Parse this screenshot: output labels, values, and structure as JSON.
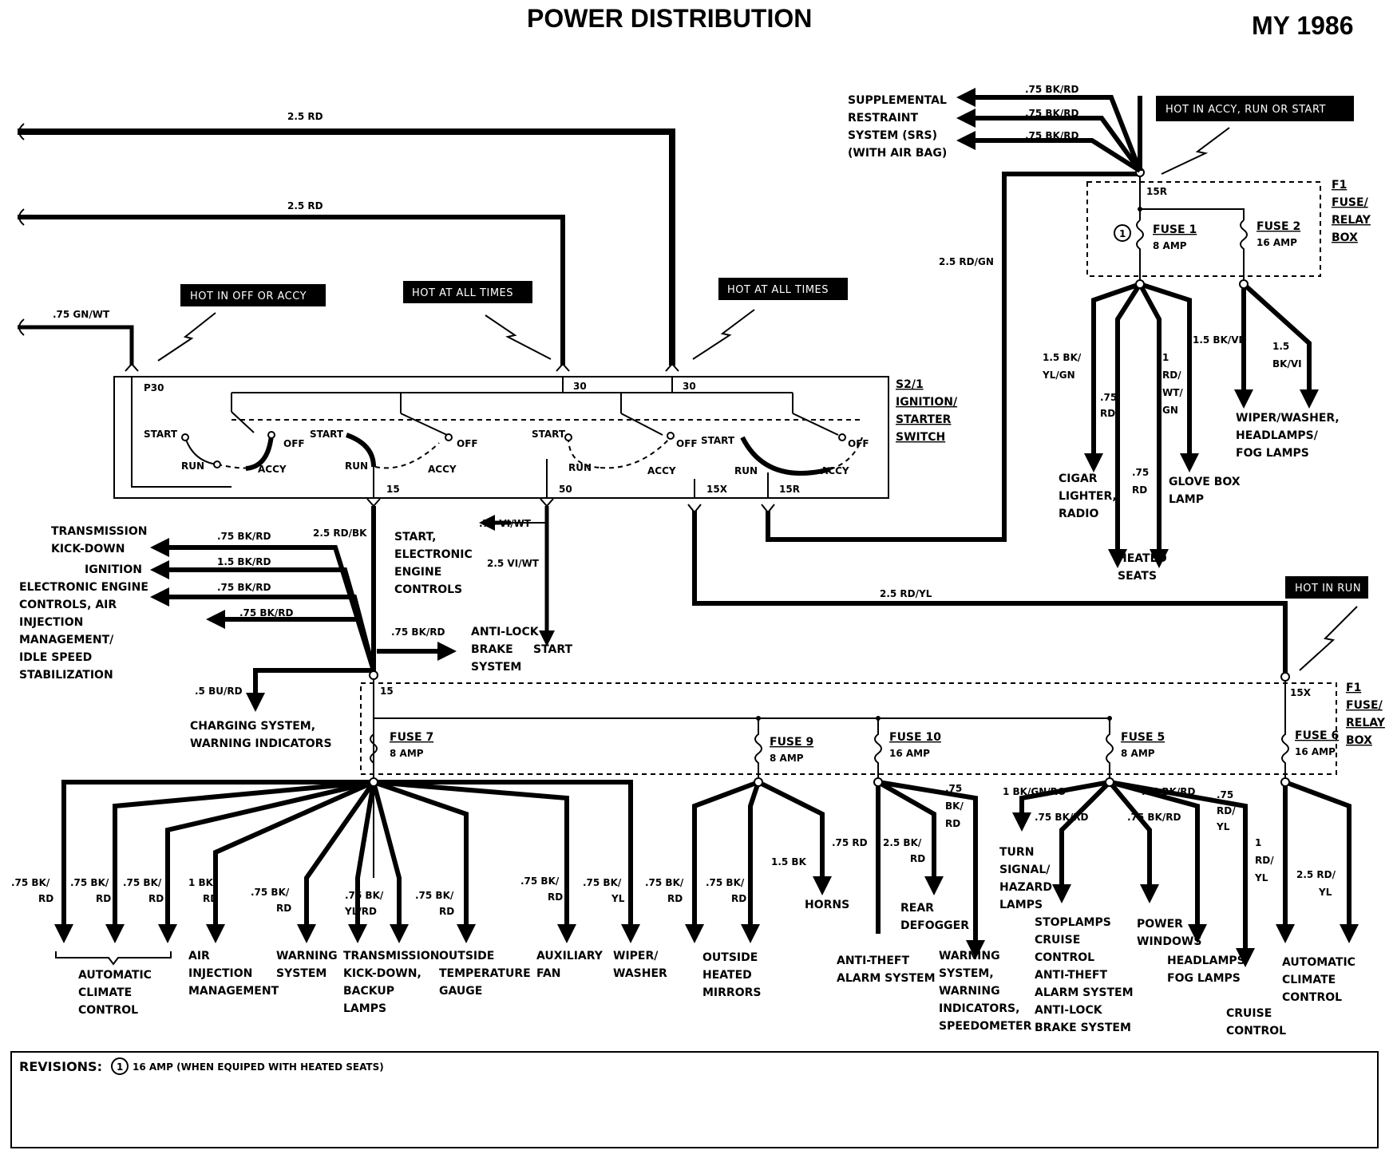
{
  "title": "POWER DISTRIBUTION",
  "model_year": "MY 1986",
  "hot_labels": {
    "off_accy": "HOT IN OFF OR ACCY",
    "all_times_1": "HOT AT ALL TIMES",
    "all_times_2": "HOT AT ALL TIMES",
    "accy_run_start": "HOT IN ACCY, RUN OR START",
    "in_run": "HOT IN RUN"
  },
  "wires": {
    "top_rd_1": "2.5 RD",
    "top_rd_2": "2.5 RD",
    "gn_wt": ".75 GN/WT",
    "rd_gn": "2.5 RD/GN",
    "rd_yl": "2.5 RD/YL",
    "rd_bk": "2.5 RD/BK",
    "vi_wt_1": ".75 VI/WT",
    "vi_wt_2": "2.5 VI/WT",
    "bk_rd_a": ".75 BK/RD",
    "bk_rd_b": "1.5 BK/RD",
    "bk_rd_c": ".75 BK/RD",
    "bk_rd_d": ".75 BK/RD",
    "bk_rd_e": ".75 BK/RD",
    "bu_rd": ".5 BU/RD",
    "srs_1": ".75 BK/RD",
    "srs_2": ".75 BK/RD",
    "srs_3": ".75 BK/RD"
  },
  "switch": {
    "ref": "S2/1",
    "name_1": "IGNITION/",
    "name_2": "STARTER",
    "name_3": "SWITCH",
    "terminals": {
      "p30": "P30",
      "t30a": "30",
      "t30b": "30",
      "t15": "15",
      "t50": "50",
      "t15x": "15X",
      "t15r": "15R"
    },
    "positions": {
      "start": "START",
      "run": "RUN",
      "accy": "ACCY",
      "off": "OFF"
    }
  },
  "fuse_box_top": {
    "ref": "F1",
    "name_1": "FUSE/",
    "name_2": "RELAY",
    "name_3": "BOX",
    "terminal": "15R",
    "fuse1_name": "FUSE 1",
    "fuse1_rating": "8 AMP",
    "fuse2_name": "FUSE 2",
    "fuse2_rating": "16 AMP",
    "revision_mark": "1"
  },
  "fuse_box_bottom": {
    "ref": "F1",
    "name_1": "FUSE/",
    "name_2": "RELAY",
    "name_3": "BOX",
    "terminal_15": "15",
    "terminal_15x": "15X",
    "fuses": [
      {
        "name": "FUSE 7",
        "rating": "8 AMP"
      },
      {
        "name": "FUSE 9",
        "rating": "8 AMP"
      },
      {
        "name": "FUSE 10",
        "rating": "16 AMP"
      },
      {
        "name": "FUSE 5",
        "rating": "8 AMP"
      },
      {
        "name": "FUSE 6",
        "rating": "16 AMP"
      }
    ]
  },
  "loads_left": {
    "trans_kick_1": "TRANSMISSION",
    "trans_kick_2": "KICK-DOWN",
    "ignition": "IGNITION",
    "eec_1": "ELECTRONIC ENGINE",
    "eec_2": "CONTROLS, AIR",
    "eec_3": "INJECTION",
    "eec_4": "MANAGEMENT/",
    "eec_5": "IDLE SPEED",
    "eec_6": "STABILIZATION",
    "start_1": "START,",
    "start_2": "ELECTRONIC",
    "start_3": "ENGINE",
    "start_4": "CONTROLS",
    "abs_1": "ANTI-LOCK",
    "abs_2": "BRAKE",
    "abs_3": "SYSTEM",
    "start": "START",
    "charging_1": "CHARGING SYSTEM,",
    "charging_2": "WARNING INDICATORS"
  },
  "loads_top_right": {
    "srs_1": "SUPPLEMENTAL",
    "srs_2": "RESTRAINT",
    "srs_3": "SYSTEM (SRS)",
    "srs_4": "(WITH AIR BAG)",
    "w_15bk_1": "1.5 BK/",
    "w_15bk_2": "YL/GN",
    "w_75rd_1": ".75",
    "w_75rd_2": "RD",
    "w_1rd_1": "1",
    "w_1rd_2": "RD/",
    "w_1rd_3": "WT/",
    "w_1rd_4": "GN",
    "w_15bkvi": "1.5 BK/VI",
    "w_15_1": "1.5",
    "w_15_2": "BK/VI",
    "w_75rd2_1": ".75",
    "w_75rd2_2": "RD",
    "cigar_1": "CIGAR",
    "cigar_2": "LIGHTER,",
    "cigar_3": "RADIO",
    "heated_1": "HEATED",
    "heated_2": "SEATS",
    "glove_1": "GLOVE BOX",
    "glove_2": "LAMP",
    "wiper_1": "WIPER/WASHER,",
    "wiper_2": "HEADLAMPS/",
    "wiper_3": "FOG LAMPS"
  },
  "loads_bottom": {
    "w1_1": ".75 BK/",
    "w1_2": "RD",
    "w2_1": ".75 BK/",
    "w2_2": "RD",
    "w3_1": ".75 BK/",
    "w3_2": "RD",
    "w4_1": "1 BK/",
    "w4_2": "RD",
    "w5_1": ".75 BK/",
    "w5_2": "RD",
    "w6_1": ".75 BK/",
    "w6_2": "YL/RD",
    "w7_1": ".75 BK/",
    "w7_2": "RD",
    "w8_1": ".75 BK/",
    "w8_2": "RD",
    "w9_1": ".75 BK/",
    "w9_2": "YL",
    "w10_1": ".75 BK/",
    "w10_2": "RD",
    "w11_1": ".75 BK/",
    "w11_2": "RD",
    "w12": "1.5 BK",
    "w13": ".75 RD",
    "w14_1": "2.5 BK/",
    "w14_2": "RD",
    "w15_1": ".75",
    "w15_2": "BK/",
    "w15_3": "RD",
    "w16": "1 BK/GN/RO",
    "w17": ".75 BK/RD",
    "w18": ".75 BK/RD",
    "w19": ".75 BK/RD",
    "w20_1": ".75",
    "w20_2": "RD/",
    "w20_3": "YL",
    "w21_1": "1",
    "w21_2": "RD/",
    "w21_3": "YL",
    "w22_1": "2.5 RD/",
    "w22_2": "YL",
    "acc_1": "AUTOMATIC",
    "acc_2": "CLIMATE",
    "acc_3": "CONTROL",
    "air_1": "AIR",
    "air_2": "INJECTION",
    "air_3": "MANAGEMENT",
    "warn_1": "WARNING",
    "warn_2": "SYSTEM",
    "trans_1": "TRANSMISSION",
    "trans_2": "KICK-DOWN,",
    "trans_3": "BACKUP",
    "trans_4": "LAMPS",
    "ot_1": "OUTSIDE",
    "ot_2": "TEMPERATURE",
    "ot_3": "GAUGE",
    "aux_1": "AUXILIARY",
    "aux_2": "FAN",
    "ww_1": "WIPER/",
    "ww_2": "WASHER",
    "om_1": "OUTSIDE",
    "om_2": "HEATED",
    "om_3": "MIRRORS",
    "horns": "HORNS",
    "rd_1": "REAR",
    "rd_2": "DEFOGGER",
    "ata_1": "ANTI-THEFT",
    "ata_2": "ALARM SYSTEM",
    "wsi_1": "WARNING",
    "wsi_2": "SYSTEM,",
    "wsi_3": "WARNING",
    "wsi_4": "INDICATORS,",
    "wsi_5": "SPEEDOMETER",
    "turn_1": "TURN",
    "turn_2": "SIGNAL/",
    "turn_3": "HAZARD",
    "turn_4": "LAMPS",
    "stop_1": "STOPLAMPS",
    "stop_2": "CRUISE",
    "stop_3": "CONTROL",
    "stop_4": "ANTI-THEFT",
    "stop_5": "ALARM SYSTEM",
    "stop_6": "ANTI-LOCK",
    "stop_7": "BRAKE SYSTEM",
    "pw_1": "POWER",
    "pw_2": "WINDOWS",
    "hl_1": "HEADLAMPS/",
    "hl_2": "FOG LAMPS",
    "cc_1": "CRUISE",
    "cc_2": "CONTROL",
    "acc2_1": "AUTOMATIC",
    "acc2_2": "CLIMATE",
    "acc2_3": "CONTROL"
  },
  "revisions": {
    "label": "REVISIONS:",
    "mark": "1",
    "text": "16 AMP (WHEN EQUIPED WITH HEATED SEATS)"
  }
}
